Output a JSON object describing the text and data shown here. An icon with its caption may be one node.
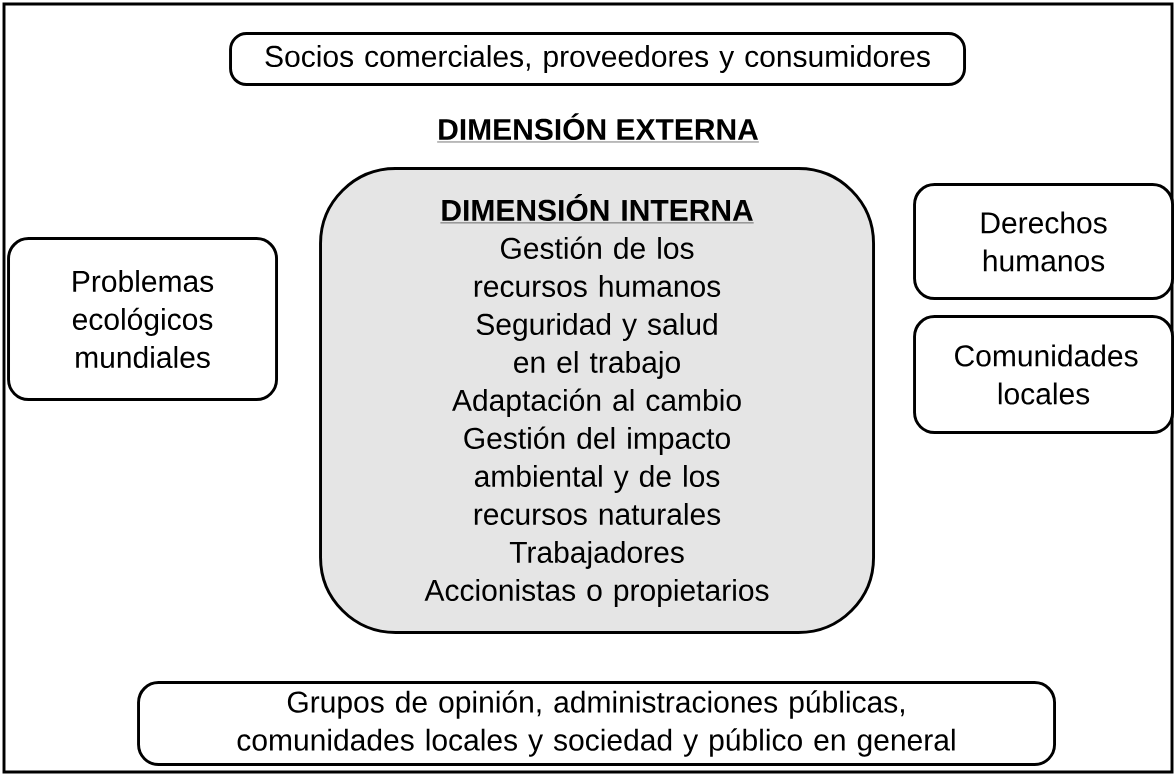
{
  "diagram": {
    "nodes": [
      {
        "text": [
          "DIMENSIÓN EXTERNA"
        ]
      },
      {
        "text": [
          "Socios comerciales, proveedores y consumidores"
        ],
        "in": 0
      },
      {
        "text": [
          "Problemas ecológicos mundiales"
        ],
        "in": 0
      },
      {
        "text": [
          "DIMENSIÓN INTERNA",
          "Gestión de los recursos humanos",
          "Seguridad y salud en el trabajo",
          "Adaptación al cambio",
          "Gestión del impacto ambiental y de los recursos naturales",
          "Trabajadores",
          "Accionistas o propietarios"
        ],
        "in": 0
      },
      {
        "text": [
          "Derechos humanos"
        ],
        "in": 0
      },
      {
        "text": [
          "Comunidades locales"
        ],
        "in": 0
      },
      {
        "text": [
          "Grupos de opinión, administraciones públicas, comunidades locales y sociedad y público en general"
        ],
        "in": 0
      }
    ]
  }
}
